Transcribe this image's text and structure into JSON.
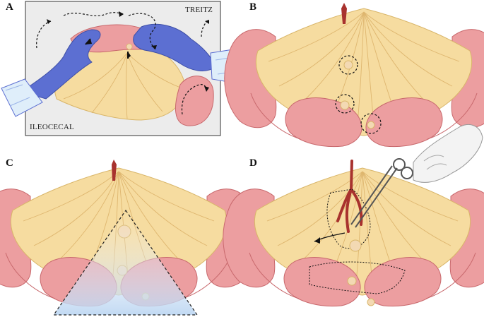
{
  "panels": [
    {
      "letter": "A",
      "labels": {
        "top_right": "TREITZ",
        "bottom_left": "ILEOCECAL"
      }
    },
    {
      "letter": "B"
    },
    {
      "letter": "C"
    },
    {
      "letter": "D"
    }
  ],
  "colors": {
    "mesentery_fill": "#f6dca0",
    "mesentery_line": "#d9b66a",
    "bowel_fill": "#ec9ea0",
    "bowel_dark": "#c8686c",
    "glove_blue": "#5c6fd2",
    "vessel_red": "#a8322e",
    "node_fill": "#f3d9b3",
    "panel_a_bg": "#ececec",
    "triangle_fill": "#cfe2f5"
  },
  "icons": [
    "gloved-hand-icon",
    "surgical-clamp-icon",
    "direction-arrow-icon"
  ]
}
